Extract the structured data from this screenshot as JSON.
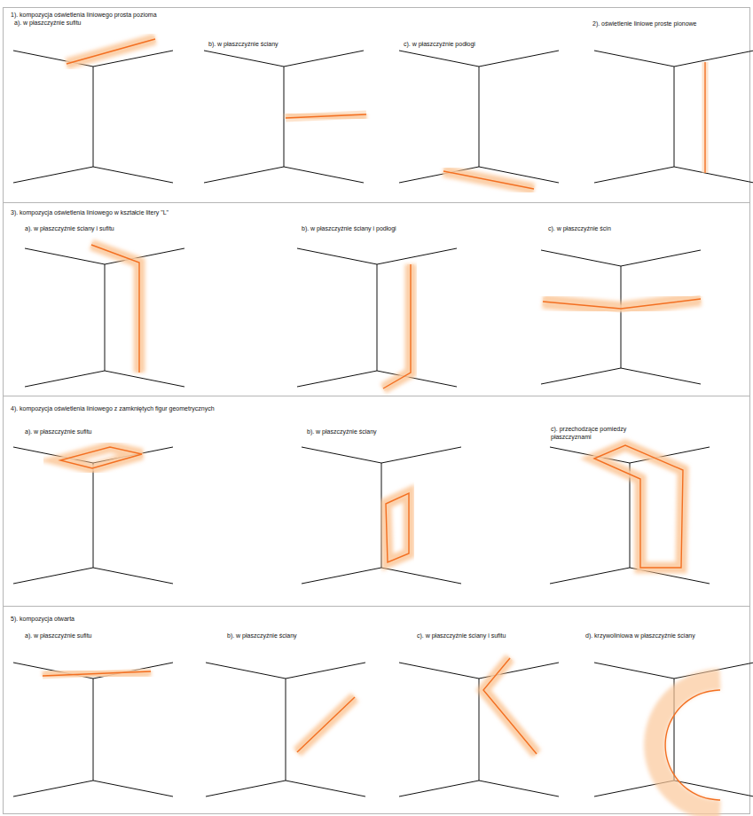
{
  "diagram": {
    "labels": [
      "1). kompozycja oświetlenia liniowego prosta pozioma",
      "a). w płaszczyźnie sufitu",
      "b). w płaszczyźnie ściany",
      "c). w płaszczyźnie podłogi",
      "2). oświetlenie liniowe proste pionowe",
      "3). kompozycja oświetlenia liniowego w kształcie litery \"L\"",
      "a). w płaszczyźnie ściany i sufitu",
      "b). w płaszczyźnie ściany i podłogi",
      "c). w płaszczyźnie ścin",
      "4). kompozycja oświetlenia liniowego z zamkniętych figur geometrycznych",
      "a). w płaszczyźnie sufitu",
      "b). w płaszczyźnie ściany",
      "c). przechodzące pomiedzy płaszczyznami",
      "5). kompozycja otwarta",
      "a). w płaszczyźnie sufitu",
      "b). w płaszczyźnie ściany",
      "c). w płaszczyźnie ściany i sufitu",
      "d). krzywoliniowa w płaszczyźnie ściany"
    ]
  }
}
